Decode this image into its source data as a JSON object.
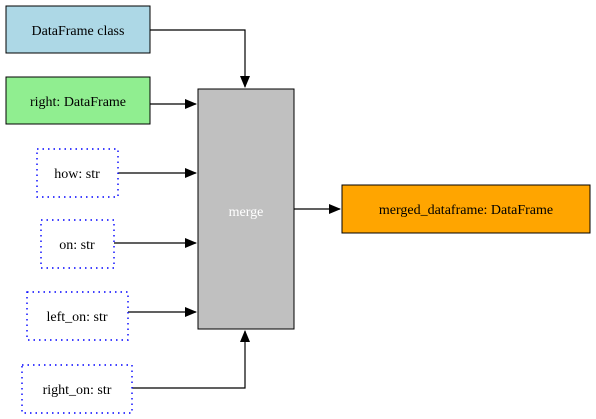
{
  "diagram": {
    "nodes": {
      "dataframe_class": {
        "label": "DataFrame class",
        "fill": "#add8e6",
        "style": "solid"
      },
      "right": {
        "label": "right: DataFrame",
        "fill": "#90ee90",
        "style": "solid"
      },
      "how": {
        "label": "how: str",
        "stroke": "#0000ff",
        "style": "dotted"
      },
      "on": {
        "label": "on: str",
        "stroke": "#0000ff",
        "style": "dotted"
      },
      "left_on": {
        "label": "left_on: str",
        "stroke": "#0000ff",
        "style": "dotted"
      },
      "right_on": {
        "label": "right_on: str",
        "stroke": "#0000ff",
        "style": "dotted"
      },
      "merge": {
        "label": "merge",
        "fill": "#c0c0c0",
        "text_color": "#ffffff",
        "style": "solid"
      },
      "merged_dataframe": {
        "label": "merged_dataframe: DataFrame",
        "fill": "#ffa500",
        "style": "solid"
      }
    },
    "edges": [
      {
        "from": "dataframe_class",
        "to": "merge"
      },
      {
        "from": "right",
        "to": "merge"
      },
      {
        "from": "how",
        "to": "merge"
      },
      {
        "from": "on",
        "to": "merge"
      },
      {
        "from": "left_on",
        "to": "merge"
      },
      {
        "from": "right_on",
        "to": "merge"
      },
      {
        "from": "merge",
        "to": "merged_dataframe"
      }
    ]
  }
}
